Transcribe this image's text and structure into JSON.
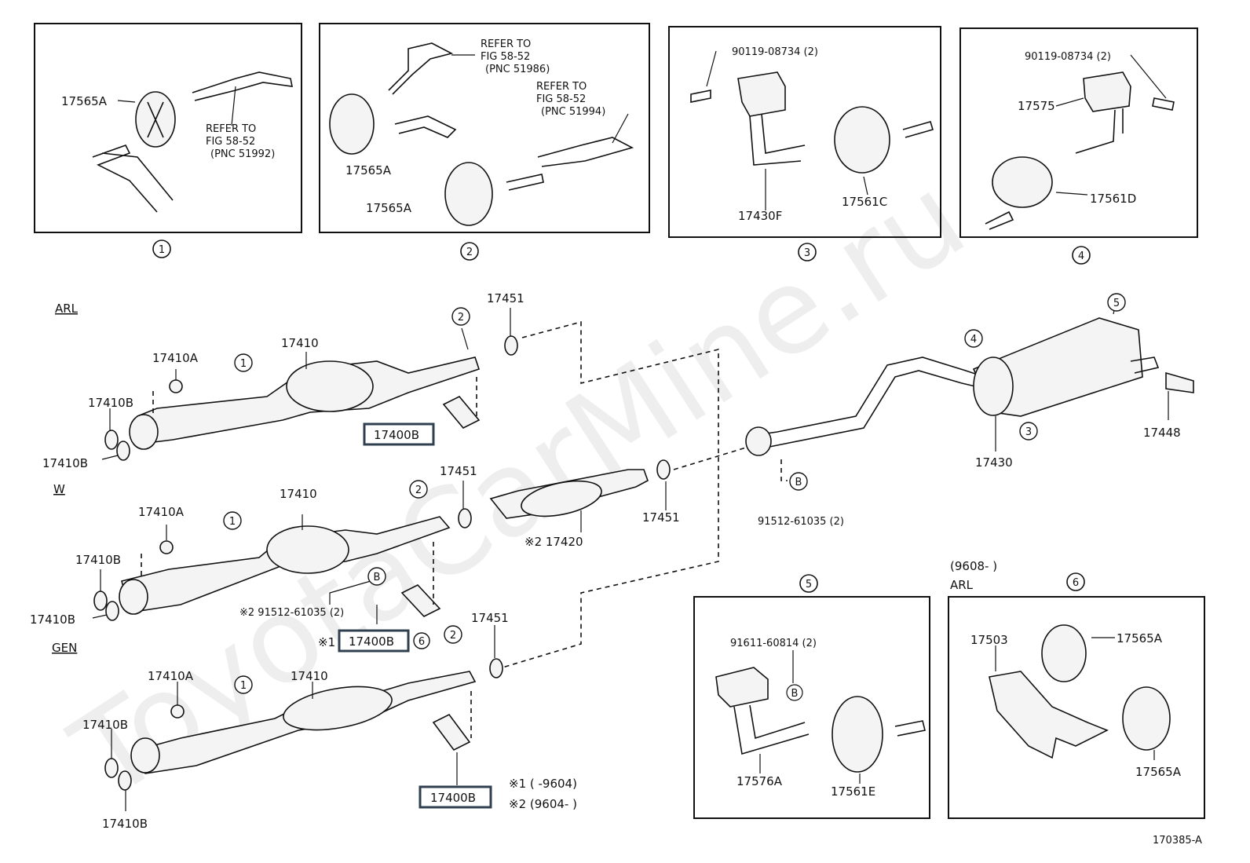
{
  "watermark": "ToyotaCarMine.ru",
  "figure_id": "170385-A",
  "sections": {
    "arl": "ARL",
    "w": "W",
    "gen": "GEN"
  },
  "circles": {
    "c1": "1",
    "c2": "2",
    "c3": "3",
    "c4": "4",
    "c5": "5",
    "c6": "6",
    "b": "B"
  },
  "inset1": {
    "bushing": "17565A",
    "refer_1": "REFER TO",
    "refer_2": "FIG 58-52",
    "refer_3": "(PNC 51992)"
  },
  "inset2": {
    "bushing_a": "17565A",
    "bushing_b": "17565A",
    "refer_a1": "REFER TO",
    "refer_a2": "FIG 58-52",
    "refer_a3": "(PNC 51986)",
    "refer_b1": "REFER TO",
    "refer_b2": "FIG 58-52",
    "refer_b3": "(PNC 51994)"
  },
  "inset3": {
    "bolt": "90119-08734 (2)",
    "bracket": "17430F",
    "bushing": "17561C"
  },
  "inset4": {
    "bolt": "90119-08734 (2)",
    "bracket": "17575",
    "bushing": "17561D"
  },
  "inset5": {
    "bolt": "91611-60814 (2)",
    "bracket": "17576A",
    "bushing": "17561E"
  },
  "inset6": {
    "date": "(9608-        )",
    "grade": "ARL",
    "bracket": "17503",
    "bushing_a": "17565A",
    "bushing_b": "17565A"
  },
  "parts": {
    "front_pipe": "17410",
    "gasket_a": "17410A",
    "gasket_b": "17410B",
    "gasket_451": "17451",
    "bracket_400b": "17400B",
    "center_pipe": "※2 17420",
    "tail_pipe": "17430",
    "tip": "17448",
    "bolt_w": "※2  91512-61035 (2)",
    "bolt_main": "91512-61035 (2)",
    "mark1_prefix": "※1",
    "note1": "※1 (      -9604)",
    "note2": "※2 (9604-        )"
  }
}
